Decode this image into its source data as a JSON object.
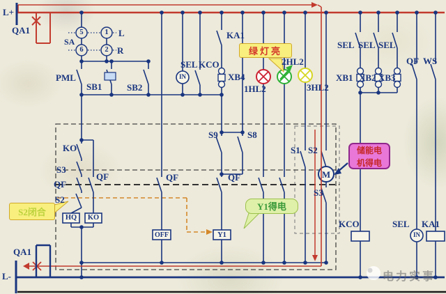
{
  "labels": {
    "l_plus": "L+",
    "qa1_top": "QA1",
    "sa": "SA",
    "sa_c5": "5",
    "sa_c1": "1",
    "sa_c6": "6",
    "sa_c2": "2",
    "sa_l": "L",
    "sa_r": "R",
    "pml": "PML",
    "sb1": "SB1",
    "sb2": "SB2",
    "sel_mid": "SEL",
    "kco_mid": "KCO",
    "in_mid": "IN",
    "ka1_top": "KA1",
    "xb4": "XB4",
    "hl1": "1HL2",
    "hl2": "2HL2",
    "hl3": "3HL2",
    "sel_a": "SEL",
    "sel_b": "SEL",
    "sel_c": "SEL",
    "xb1": "XB1",
    "xb2": "XB2",
    "xb3": "XB3",
    "qf_right": "QF",
    "ws": "WS",
    "ko_switch": "KO",
    "s3_left": "S3",
    "qf_left": "QF",
    "s2_left": "S2",
    "qf_branch": "QF",
    "qf_off_col": "QF",
    "qf_y1_col": "QF",
    "s9": "S9",
    "s8": "S8",
    "s1": "S1",
    "s2_right": "S2",
    "s3_right": "S3",
    "m": "M",
    "hq_coil": "HQ",
    "ko_coil": "KO",
    "off_coil": "OFF",
    "y1_coil": "Y1",
    "kco_coil": "KCO",
    "sel_bottom": "SEL",
    "in_bottom": "IN",
    "ka1_coil": "KA1",
    "qa1_bottom": "QA1",
    "l_minus": "L-"
  },
  "callouts": {
    "green_lamp": "绿灯亮",
    "s2_closed": "S2闭合",
    "y1_energized": "Y1得电",
    "motor_line1": "储能电",
    "motor_line2": "机得电"
  },
  "watermark": "电力实事",
  "colors": {
    "wire": "#19357f",
    "energized": "#c23b2e",
    "lamp_red": "#cc2233",
    "lamp_green": "#2eb135",
    "lamp_yellow": "#d6d626",
    "callout_yellow": "#f8ef7e",
    "callout_green": "#dff0a8",
    "callout_magenta": "#e877d8",
    "trace_orange": "#d4882a"
  }
}
